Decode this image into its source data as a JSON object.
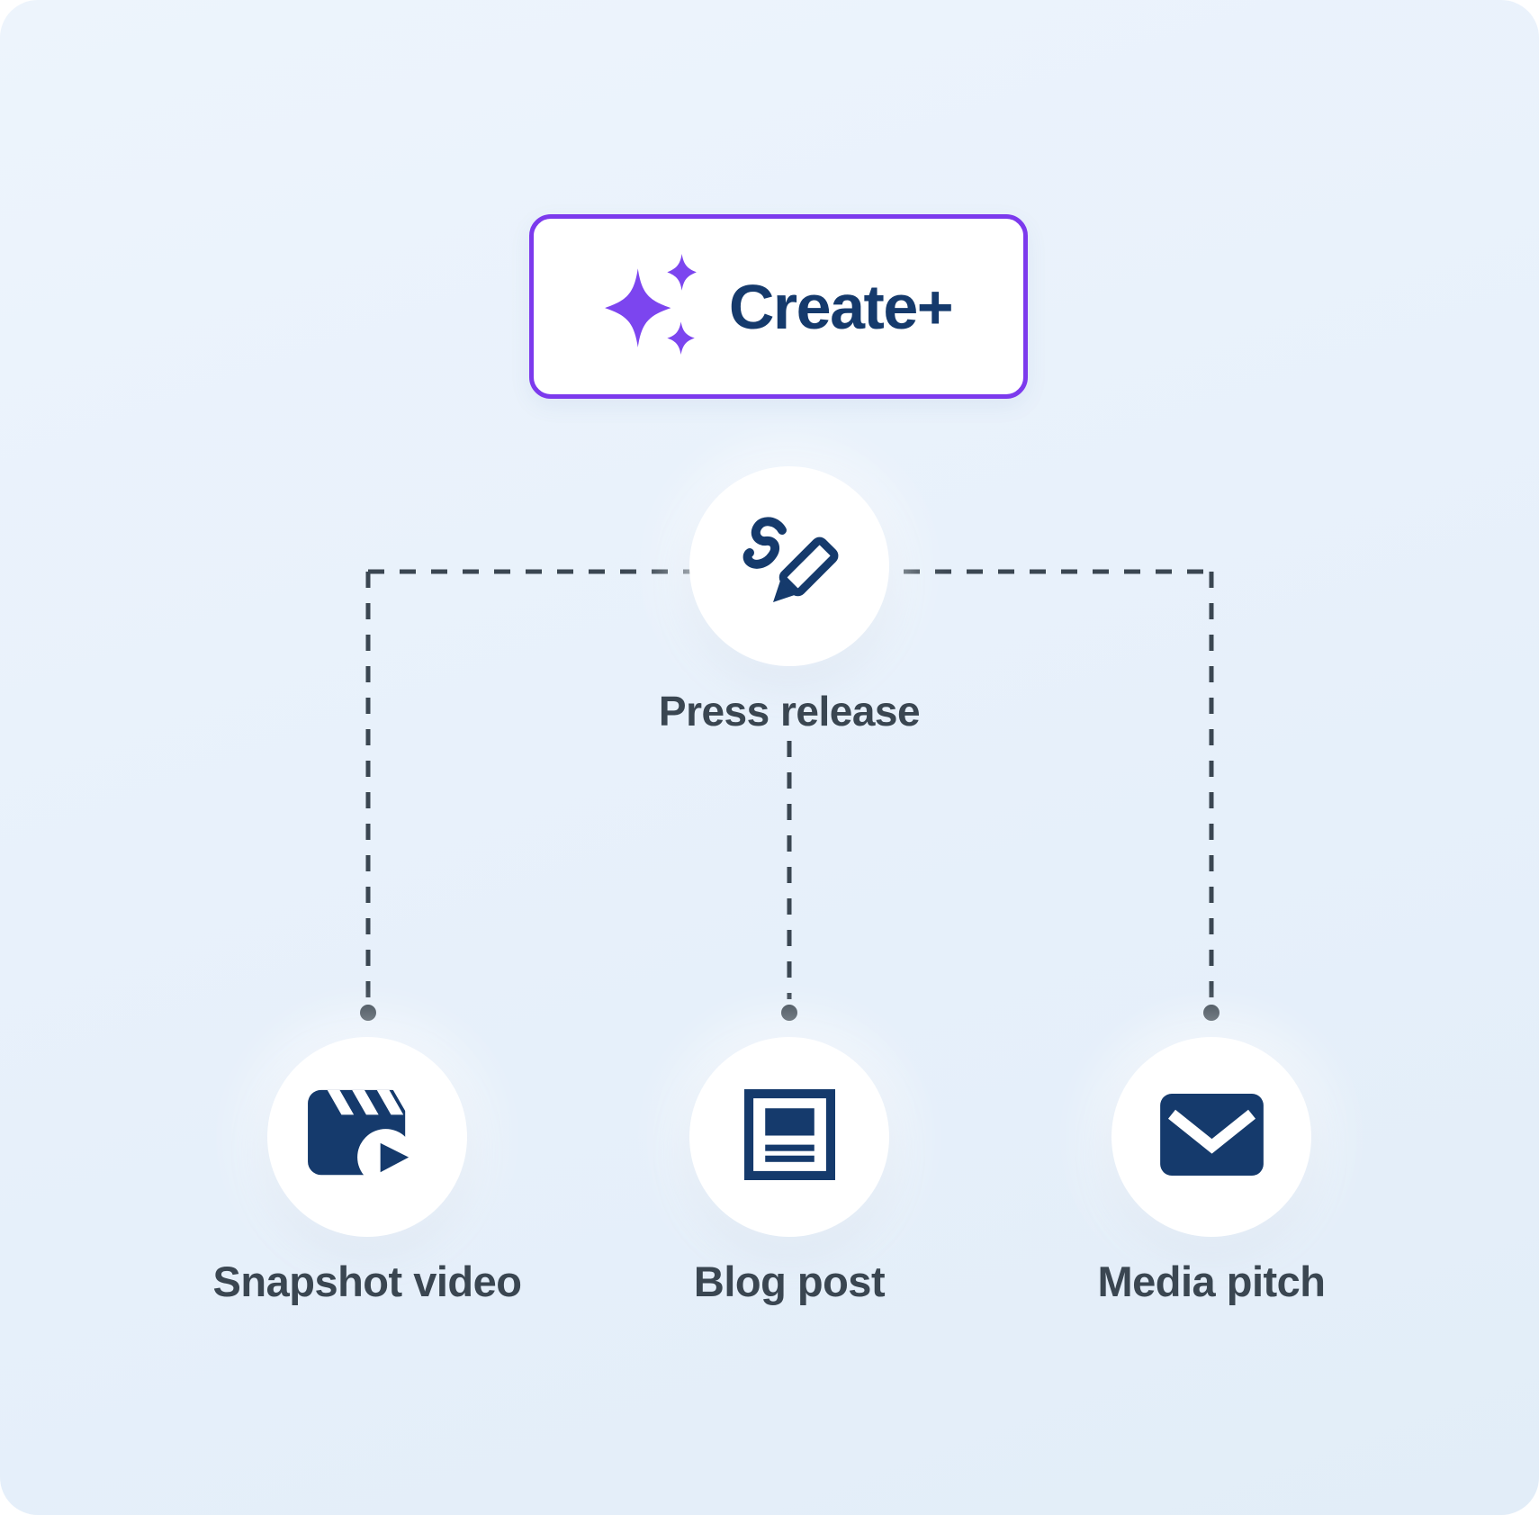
{
  "colors": {
    "background": "#E9F1FB",
    "navy": "#153A6C",
    "slate": "#3A4651",
    "purple": "#7C3AED",
    "sparkle": "#7C45EF",
    "white": "#FFFFFF"
  },
  "create_button": {
    "label": "Create+"
  },
  "root_node": {
    "label": "Press release"
  },
  "children": [
    {
      "label": "Snapshot video"
    },
    {
      "label": "Blog post"
    },
    {
      "label": "Media pitch"
    }
  ]
}
